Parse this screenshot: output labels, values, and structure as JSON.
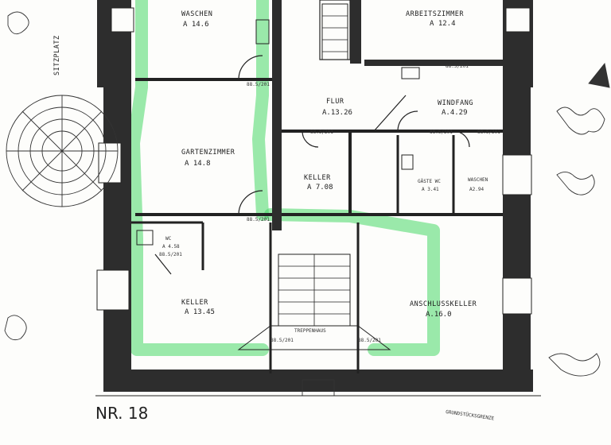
{
  "plan": {
    "number_label": "NR. 18",
    "rooms": [
      {
        "id": "waschen-top",
        "name": "WASCHEN",
        "area": "A 14.6"
      },
      {
        "id": "arbeitszimmer",
        "name": "ARBEITSZIMMER",
        "area": "A 12.4"
      },
      {
        "id": "flur",
        "name": "FLUR",
        "area": "A.13.26"
      },
      {
        "id": "windfang",
        "name": "WINDFANG",
        "area": "A.4.29"
      },
      {
        "id": "gartenzimmer",
        "name": "GARTENZIMMER",
        "area": "A 14.8"
      },
      {
        "id": "keller-mid",
        "name": "KELLER",
        "area": "A 7.08"
      },
      {
        "id": "gasteweg",
        "name": "GÄSTE WC",
        "area": "A 3.41"
      },
      {
        "id": "waschen-small",
        "name": "WASCHEN",
        "area": "A2.94"
      },
      {
        "id": "wc",
        "name": "WC",
        "area": "A 4.58"
      },
      {
        "id": "keller-bottom",
        "name": "KELLER",
        "area": "A 13.45"
      },
      {
        "id": "anschlusskeller",
        "name": "ANSCHLUSSKELLER",
        "area": "A.16.0"
      }
    ],
    "treppenhaus_label": "TREPPENHAUS",
    "sitzplatz_label": "SITZPLATZ",
    "grundstuecksgrenze_label": "GRUNDSTÜCKSGRENZE",
    "door_tags": [
      "88.5/201",
      "88.5/201",
      "88.5/201",
      "88.5/201",
      "88.5/201",
      "88.5/201",
      "88.5/201",
      "88.5/201",
      "88.5/201"
    ],
    "highlight_color": "#49d968"
  }
}
